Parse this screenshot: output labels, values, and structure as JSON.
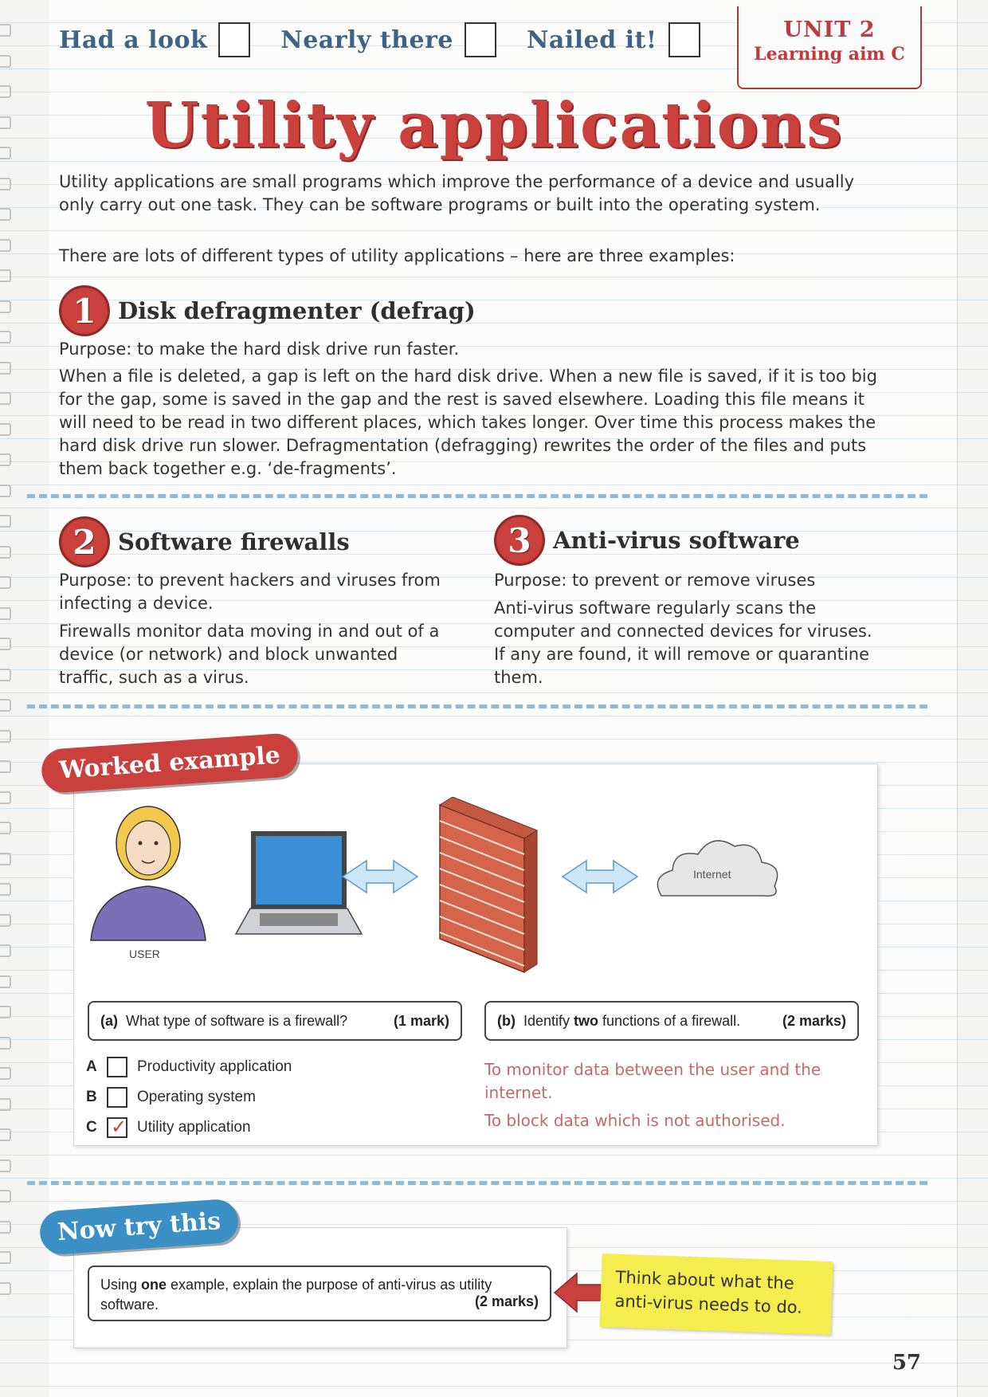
{
  "progress": {
    "had_a_look": "Had a look",
    "nearly_there": "Nearly there",
    "nailed_it": "Nailed it!"
  },
  "unit_tab": {
    "unit": "UNIT 2",
    "aim": "Learning aim C"
  },
  "title": "Utility applications",
  "intro": {
    "p1": "Utility applications are small programs which improve the performance of a device and usually only carry out one task. They can be software programs or built into the operating system.",
    "p2": "There are lots of different types of utility applications – here are three examples:"
  },
  "sections": [
    {
      "number": "1",
      "title": "Disk defragmenter (defrag)",
      "purpose": "Purpose: to make the hard disk drive run faster.",
      "body": "When a file is deleted, a gap is left on the hard disk drive. When a new file is saved, if it is too big for the gap, some is saved in the gap and the rest is saved elsewhere. Loading this file means it will need to be read in two different places, which takes longer. Over time this process makes the hard disk drive run slower. Defragmentation (defragging) rewrites the order of the files and puts them back together e.g. ‘de-fragments’."
    },
    {
      "number": "2",
      "title": "Software firewalls",
      "purpose": "Purpose: to prevent hackers and viruses from infecting a device.",
      "body": "Firewalls monitor data moving in and out of a device (or network) and block unwanted traffic, such as a virus."
    },
    {
      "number": "3",
      "title": "Anti-virus software",
      "purpose": "Purpose: to prevent or remove viruses",
      "body": "Anti-virus software regularly scans the computer and connected devices for viruses. If any are found, it will remove or quarantine them."
    }
  ],
  "worked_example": {
    "badge": "Worked example",
    "diagram": {
      "user_label": "USER",
      "internet_label": "Internet"
    },
    "question_a": {
      "label": "(a)",
      "text": "What type of software is a firewall?",
      "marks": "(1 mark)"
    },
    "question_b": {
      "label": "(b)",
      "text_pre": "Identify ",
      "text_bold": "two",
      "text_post": " functions of a firewall.",
      "marks": "(2 marks)"
    },
    "options": [
      {
        "letter": "A",
        "text": "Productivity application",
        "checked": false
      },
      {
        "letter": "B",
        "text": "Operating system",
        "checked": false
      },
      {
        "letter": "C",
        "text": "Utility application",
        "checked": true
      }
    ],
    "tick": "✓",
    "answers": [
      "To monitor data between the user and the internet.",
      "To block data which is not authorised."
    ]
  },
  "now_try_this": {
    "badge": "Now try this",
    "q_pre": "Using ",
    "q_bold": "one",
    "q_post": " example, explain the purpose of anti-virus as utility software.",
    "marks": "(2 marks)",
    "hint": "Think about what the anti-virus needs to do."
  },
  "page_number": "57",
  "colors": {
    "accent_red": "#c9403d",
    "accent_blue": "#3a8fc4",
    "header_blue": "#3d6486",
    "hint_yellow": "#f5ec4e"
  }
}
